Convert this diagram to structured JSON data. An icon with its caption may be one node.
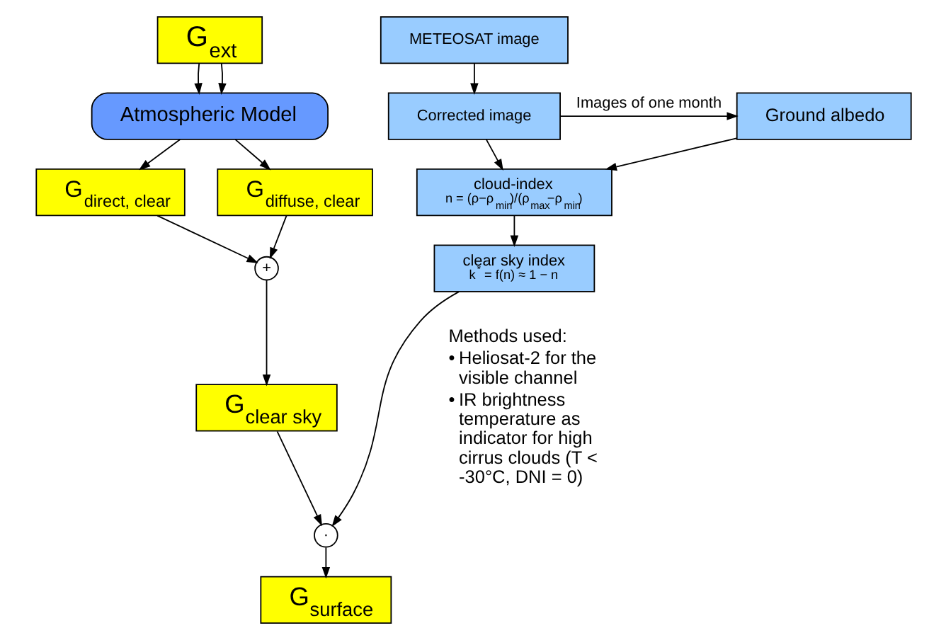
{
  "diagram": {
    "nodes": [
      {
        "text": [
          "G$_{ext}$"
        ]
      },
      {
        "text": [
          "Atmospheric Model"
        ]
      },
      {
        "text": [
          "G$_{direct, clear}$"
        ]
      },
      {
        "text": [
          "G$_{diffuse, clear}$"
        ]
      },
      {
        "text": [
          "+"
        ]
      },
      {
        "text": [
          "G$_{clear sky}$"
        ]
      },
      {
        "text": [
          "·"
        ]
      },
      {
        "text": [
          "G$_{surface}$"
        ]
      },
      {
        "text": [
          "METEOSAT image"
        ]
      },
      {
        "text": [
          "Corrected image"
        ]
      },
      {
        "text": [
          "Ground albedo"
        ]
      },
      {
        "text": [
          "cloud-index",
          "n = (ρ−ρ$_{min}$)/(ρ$_{max}$−ρ$_{min}$)"
        ]
      },
      {
        "text": [
          "clear sky index",
          "k$^{*}$ = f(n) ≈ 1 − n"
        ]
      }
    ],
    "edges": [
      {
        "from": 0,
        "to": 1,
        "arrow": "to"
      },
      {
        "from": 0,
        "to": 1,
        "arrow": "to"
      },
      {
        "from": 1,
        "to": 2,
        "arrow": "to"
      },
      {
        "from": 1,
        "to": 3,
        "arrow": "to"
      },
      {
        "from": 2,
        "to": 4,
        "arrow": "to"
      },
      {
        "from": 3,
        "to": 4,
        "arrow": "to"
      },
      {
        "from": 4,
        "to": 5,
        "arrow": "to"
      },
      {
        "from": 5,
        "to": 6,
        "arrow": "to"
      },
      {
        "from": 12,
        "to": 6,
        "arrow": "to"
      },
      {
        "from": 6,
        "to": 7,
        "arrow": "to"
      },
      {
        "from": 8,
        "to": 9,
        "arrow": "to"
      },
      {
        "from": 9,
        "to": 10,
        "label": "Images of one month",
        "arrow": "to"
      },
      {
        "from": 10,
        "to": 11,
        "arrow": "to"
      },
      {
        "from": 9,
        "to": 11,
        "arrow": "to"
      },
      {
        "from": 11,
        "to": 12,
        "arrow": "to"
      }
    ],
    "labels": [
      "Methods used:",
      "•",
      "Heliosat-2 for the visible channel",
      "•",
      "IR brightness temperature as indicator for high cirrus clouds (T < -30°C, DNI = 0)"
    ]
  }
}
